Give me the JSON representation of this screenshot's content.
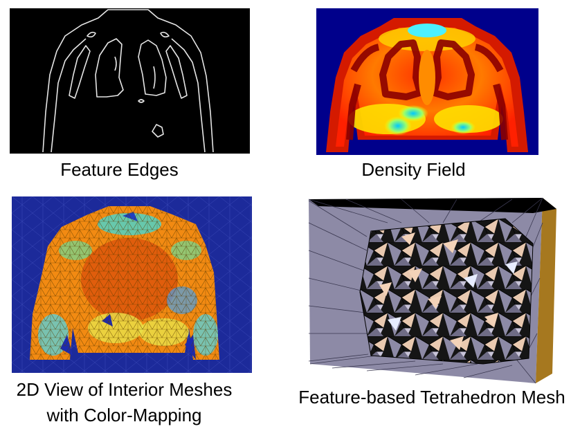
{
  "figure": {
    "panels": [
      {
        "id": "edges",
        "caption": "Feature Edges",
        "background": "#000000",
        "stroke": "#e6e6e6"
      },
      {
        "id": "density",
        "caption": "Density Field",
        "background": "#00008b",
        "colormap": [
          "#8b0000",
          "#ff2200",
          "#ff8c00",
          "#ffff00",
          "#00e5ff",
          "#0050ff"
        ]
      },
      {
        "id": "mesh2d",
        "caption_line1": "2D View of Interior Meshes",
        "caption_line2": "with Color-Mapping",
        "background": "#1c2a9a"
      },
      {
        "id": "tetra",
        "caption": "Feature-based Tetrahedron Mesh",
        "face_color": "#8d8aa6",
        "side_color": "#a6781f",
        "top_color": "#000000"
      }
    ]
  }
}
